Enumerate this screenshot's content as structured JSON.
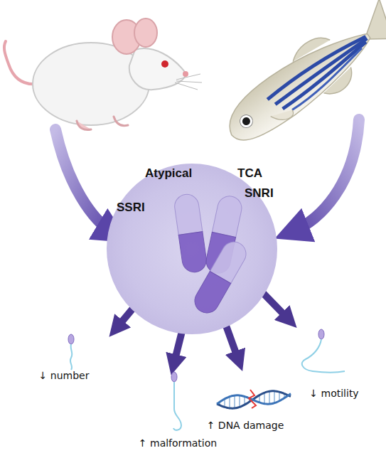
{
  "diagram": {
    "nodes": [
      {
        "text": [
          "Atypical",
          "TCA",
          "SSRI",
          "SNRI"
        ]
      }
    ],
    "labels": [
      "↓ number",
      "↑ malformation",
      "↑ DNA damage",
      "↓ motility"
    ]
  }
}
